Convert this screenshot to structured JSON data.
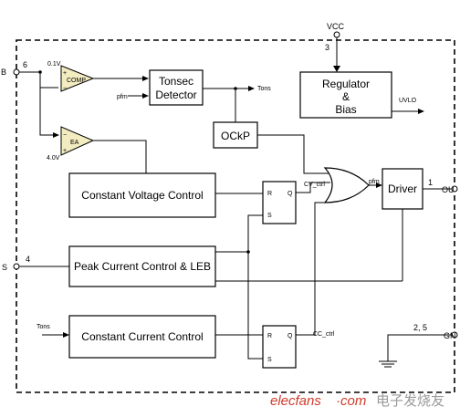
{
  "blocks": {
    "tonsec": [
      "Tonsec",
      "Detector"
    ],
    "regulator": [
      "Regulator",
      "&",
      "Bias"
    ],
    "ockp": "OCkP",
    "cv_control": "Constant Voltage Control",
    "peak_control": "Peak Current Control & LEB",
    "cc_control": "Constant Current Control",
    "driver": "Driver"
  },
  "amplifiers": {
    "comp": {
      "label": "COMP",
      "ref": "0.1V"
    },
    "ea": {
      "label": "EA",
      "ref": "4.0V"
    }
  },
  "pins": {
    "vcc_name": "VCC",
    "vcc_num": "3",
    "fb_name": "B",
    "fb_num": "6",
    "cs_name": "S",
    "cs_num": "4",
    "out_name": "OU",
    "out_num": "1",
    "gnd_name": "GN",
    "gnd_num": "2, 5"
  },
  "signals": {
    "tons_out": "Tons",
    "tons_in": "Tons",
    "pfm_in": "pfm",
    "pfm_gate": "pfm",
    "uvlo": "UVLO",
    "cv_ctrl": "CV_ctrl",
    "cc_ctrl": "CC_ctrl"
  },
  "flipflop": {
    "r": "R",
    "s": "S",
    "q": "Q"
  },
  "watermark": {
    "brand": "elecfans",
    "domain": "·com",
    "cn": "电子发烧友"
  }
}
